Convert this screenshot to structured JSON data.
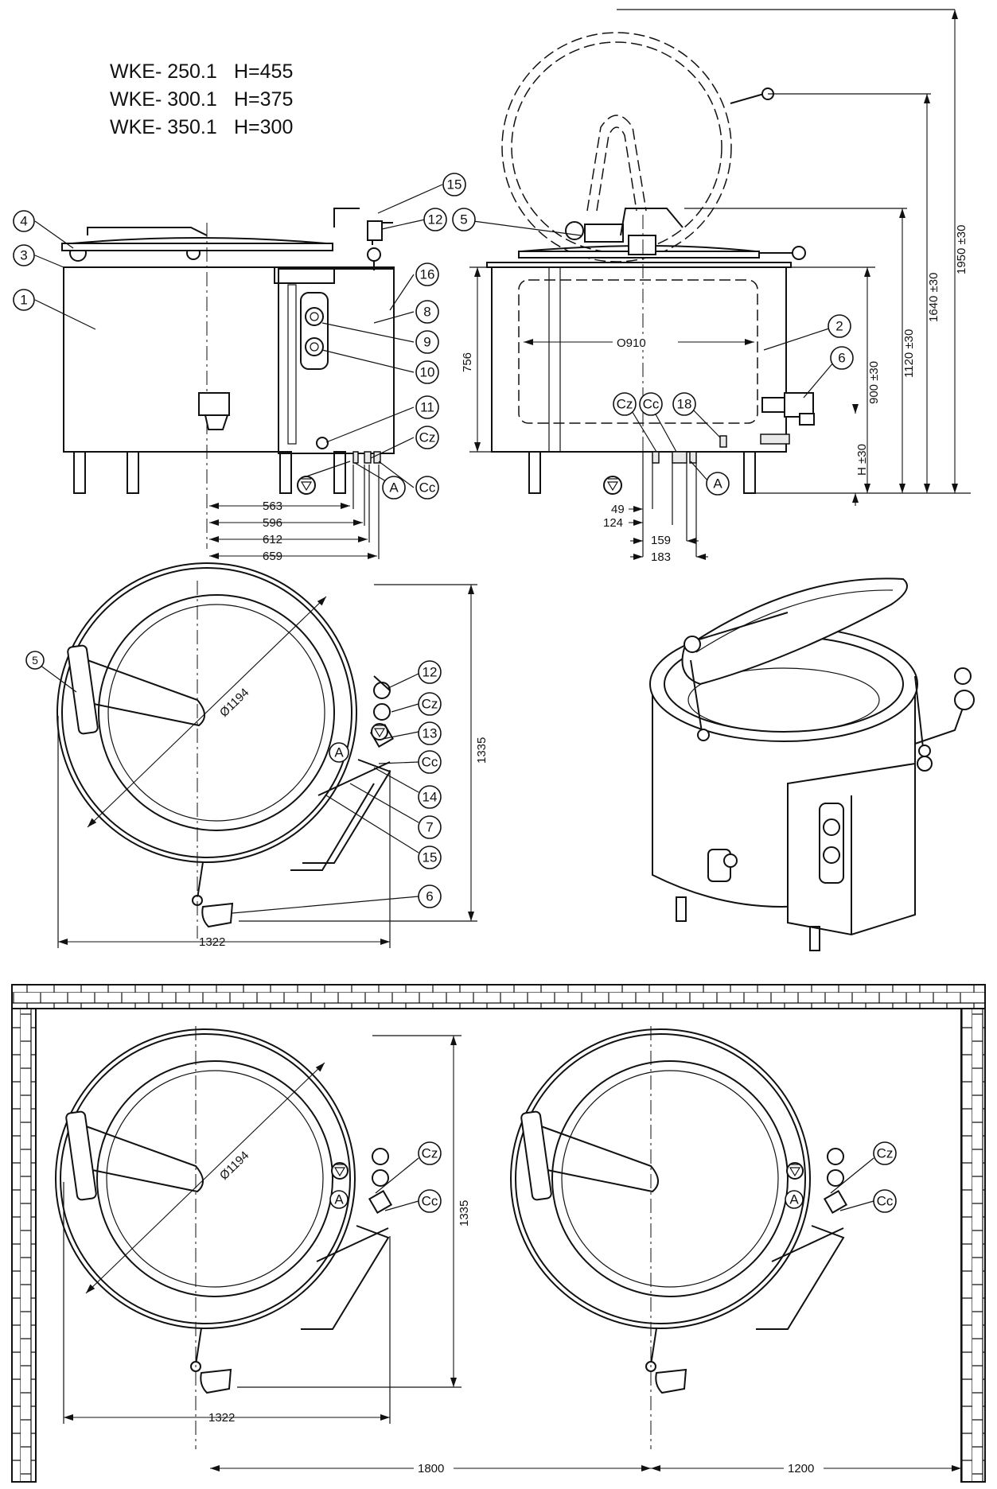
{
  "models": [
    {
      "name": "WKE- 250.1",
      "h": "H=455"
    },
    {
      "name": "WKE- 300.1",
      "h": "H=375"
    },
    {
      "name": "WKE- 350.1",
      "h": "H=300"
    }
  ],
  "callouts": {
    "n1": "1",
    "n2": "2",
    "n3": "3",
    "n4": "4",
    "n5": "5",
    "n6": "6",
    "n7": "7",
    "n8": "8",
    "n9": "9",
    "n10": "10",
    "n11": "11",
    "n12": "12",
    "n13": "13",
    "n14": "14",
    "n15": "15",
    "n16": "16",
    "n18": "18",
    "a": "A",
    "cz": "Cz",
    "cc": "Cc"
  },
  "front_dims": {
    "d563": "563",
    "d596": "596",
    "d612": "612",
    "d659": "659"
  },
  "side_dims": {
    "h756": "756",
    "dia910": "O910",
    "h900": "900 ±30",
    "h1120": "1120 ±30",
    "h1640": "1640 ±30",
    "h1950": "1950 ±30",
    "hH": "H ±30",
    "d49": "49",
    "d124": "124",
    "d159": "159",
    "d183": "183"
  },
  "top_dims": {
    "dia1194": "Ø1194",
    "h1335": "1335",
    "w1322": "1322"
  },
  "install_dims": {
    "dia1194": "Ø1194",
    "h1335": "1335",
    "w1322": "1322",
    "s1800": "1800",
    "s1200": "1200"
  }
}
